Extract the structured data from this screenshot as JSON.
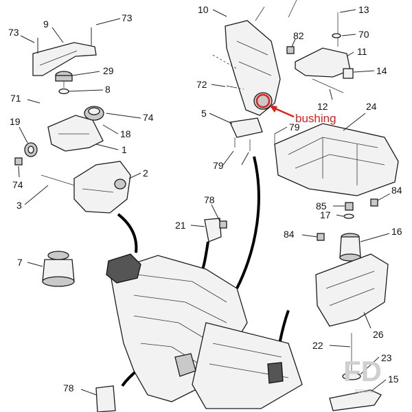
{
  "callouts": {
    "c1": "1",
    "c2": "2",
    "c3": "3",
    "c5": "5",
    "c7": "7",
    "c8": "8",
    "c9": "9",
    "c10": "10",
    "c11": "11",
    "c12": "12",
    "c13": "13",
    "c14": "14",
    "c15": "15",
    "c16": "16",
    "c17": "17",
    "c18": "18",
    "c19": "19",
    "c21": "21",
    "c22": "22",
    "c23": "23",
    "c24": "24",
    "c26": "26",
    "c29": "29",
    "c70": "70",
    "c71": "71",
    "c72": "72",
    "c73a": "73",
    "c73b": "73",
    "c74a": "74",
    "c74b": "74",
    "c78a": "78",
    "c78b": "78",
    "c79a": "79",
    "c79b": "79",
    "c82": "82",
    "c84a": "84",
    "c84b": "84",
    "c85": "85"
  },
  "annotation": {
    "label": "bushing",
    "color": "#e0201c"
  },
  "watermark": {
    "logo": "FD",
    "sub": "FDAUTO"
  }
}
